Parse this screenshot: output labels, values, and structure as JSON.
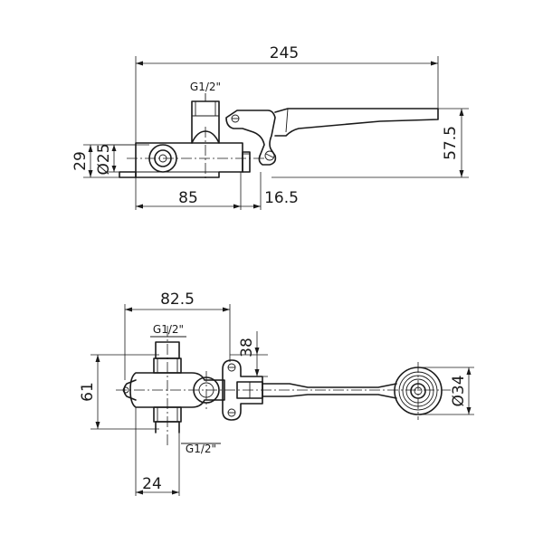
{
  "top_view": {
    "dim_width": "245",
    "dim_height": "57.5",
    "dim_body_height": "29",
    "dim_diameter": "Ø25",
    "dim_body_length": "85",
    "dim_offset": "16.5",
    "thread_label": "G1/2\""
  },
  "front_view": {
    "dim_width": "82.5",
    "dim_lug": "38",
    "dim_height": "61",
    "dim_pipe": "24",
    "dim_pedal_diameter": "Ø34",
    "thread_top": "G1/2\"",
    "thread_bottom": "G1/2\""
  }
}
